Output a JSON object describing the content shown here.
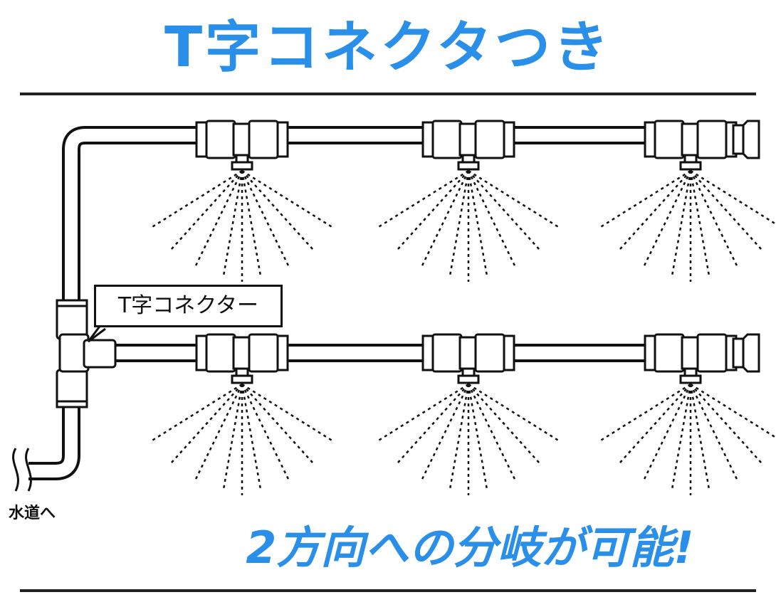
{
  "header": {
    "title": "T字コネクタつき"
  },
  "diagram": {
    "connector_label": "T字コネクター",
    "water_label": "水道へ"
  },
  "footer": {
    "caption": "2方向への分岐が可能!"
  },
  "colors": {
    "accent": "#2a8fe8",
    "line": "#111111",
    "pipe_fill": "#ffffff"
  },
  "icons": {
    "nozzle": "spray-nozzle-icon",
    "end_cap": "end-cap-icon",
    "tee": "tee-connector-icon"
  }
}
